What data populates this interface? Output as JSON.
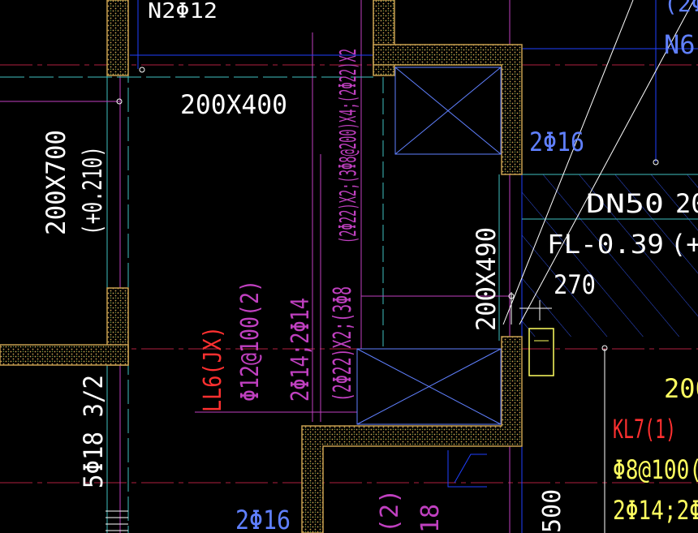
{
  "colors": {
    "background": "#000000",
    "wall_fill": "#c8a050",
    "beam_text": "#ffffff",
    "rebar_text": "#ffff7f",
    "beam_id_text": "#ff3030",
    "magenta": "#c040c0",
    "axis_red": "#b02040",
    "cyan": "#40c0c0",
    "blue": "#2040ff",
    "light_blue": "#6080ff",
    "yellow_text": "#ffff60"
  },
  "labels": {
    "top_rebar": "N2Φ12",
    "beam_top_size": "200X400",
    "vertical_spec": "(2Φ22)X2;(3Φ8@200)X4;(2Φ22)X2",
    "left_beam_size": "200X700",
    "left_beam_elev": "(+0.210)",
    "right_rebar_2phi16": "2Φ16",
    "pipe_label": "DN50",
    "pipe_size_partial": "20",
    "floor_level": "FL-0.39",
    "floor_level_partial": "(+0",
    "dim_270": "270",
    "beam_mid_size": "200X490",
    "ll6_id": "LL6(JX)",
    "ll6_stirrup": "Φ12@100(2)",
    "ll6_main": "2Φ14;2Φ14",
    "ll6_side": "(2Φ22)X2;(3Φ8",
    "left_bottom_rebar": "5Φ18 3/2",
    "bottom_2phi16": "2Φ16",
    "bottom_partial_a": "(2)",
    "bottom_partial_b": "18",
    "bottom_partial_c": "500",
    "right_200": "200",
    "kl7_id": "KL7(1)",
    "kl7_stirrup": "Φ8@100(",
    "kl7_main": "2Φ14;2Φ",
    "top_right_partial_a": "(2Φ",
    "top_right_partial_b": "N6"
  }
}
